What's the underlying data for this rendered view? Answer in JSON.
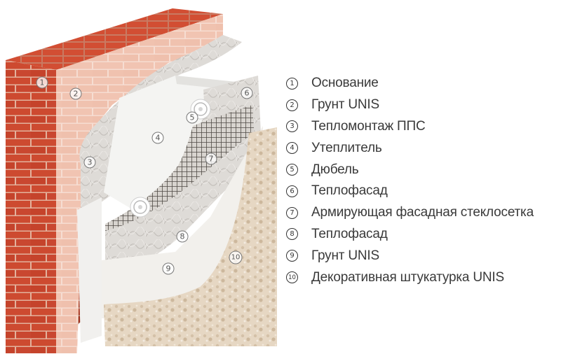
{
  "layers": [
    {
      "num": "1",
      "label": "Основание"
    },
    {
      "num": "2",
      "label": "Грунт UNIS"
    },
    {
      "num": "3",
      "label": "Тепломонтаж ППС"
    },
    {
      "num": "4",
      "label": "Утеплитель"
    },
    {
      "num": "5",
      "label": "Дюбель"
    },
    {
      "num": "6",
      "label": "Теплофасад"
    },
    {
      "num": "7",
      "label": "Армирующая фасадная стеклосетка"
    },
    {
      "num": "8",
      "label": "Теплофасад"
    },
    {
      "num": "9",
      "label": "Грунт UNIS"
    },
    {
      "num": "10",
      "label": "Декоративная штукатурка UNIS"
    }
  ],
  "colors": {
    "brick": "#c8442c",
    "brick_side": "#a8331f",
    "mortar": "#e7b8a4",
    "primer_wall": "#f2c9b9",
    "adhesive": "#d9d6d2",
    "insulation": "#f3f3f1",
    "mesh": "#5a5550",
    "render": "#efebe6",
    "decor": "#e2d2bd"
  }
}
